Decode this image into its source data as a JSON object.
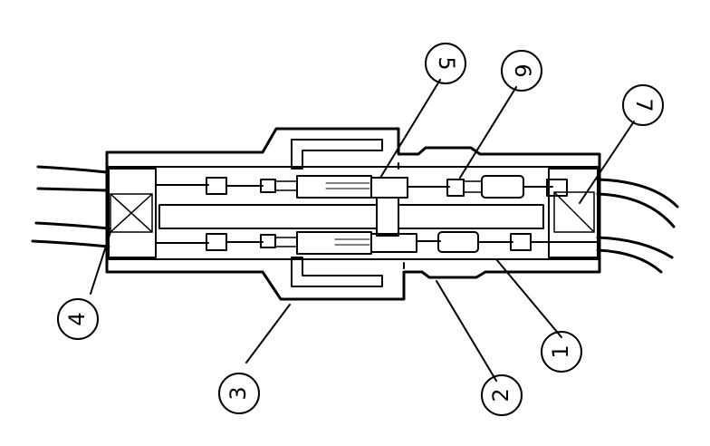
{
  "diagram": {
    "callouts": [
      {
        "id": "c1",
        "label": "1"
      },
      {
        "id": "c2",
        "label": "2"
      },
      {
        "id": "c3",
        "label": "3"
      },
      {
        "id": "c4",
        "label": "4"
      },
      {
        "id": "c5",
        "label": "5"
      },
      {
        "id": "c6",
        "label": "6"
      },
      {
        "id": "c7",
        "label": "7"
      }
    ],
    "colors": {
      "line": "#000000",
      "background": "#ffffff",
      "hatch": "#000000"
    }
  }
}
